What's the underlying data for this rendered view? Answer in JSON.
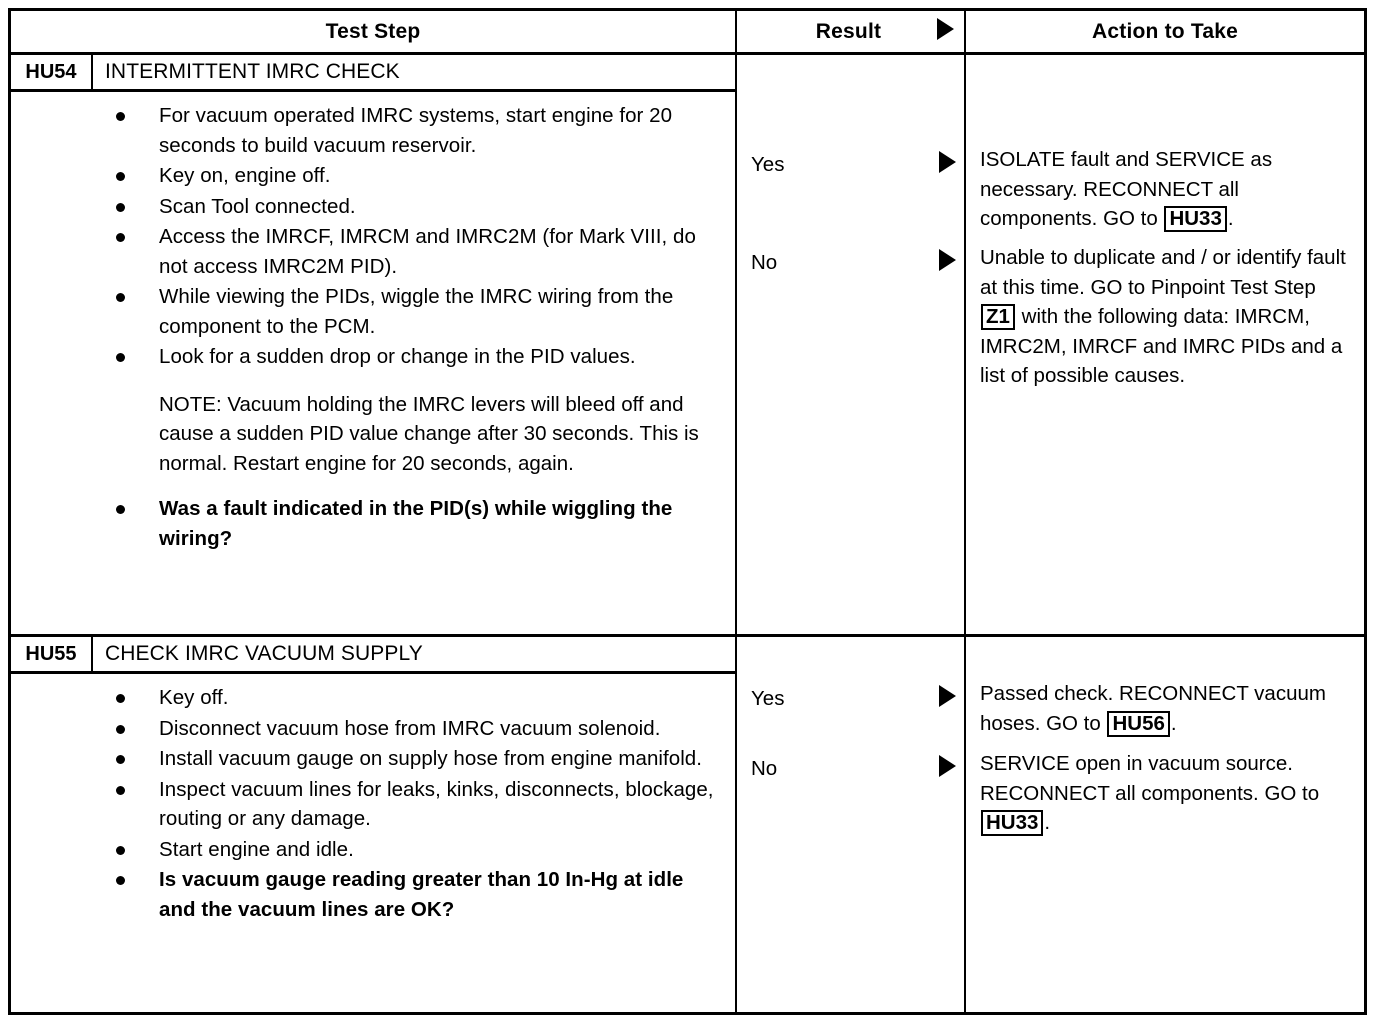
{
  "table": {
    "headers": {
      "test_step": "Test Step",
      "result": "Result",
      "action": "Action to Take",
      "result_arrow_icon": "triangle-right-icon"
    },
    "sections": [
      {
        "code": "HU54",
        "title": "INTERMITTENT IMRC CHECK",
        "bullets": [
          {
            "text": "For vacuum operated IMRC systems, start engine for 20 seconds to build vacuum reservoir.",
            "bold": false
          },
          {
            "text": "Key on, engine off.",
            "bold": false
          },
          {
            "text": "Scan Tool connected.",
            "bold": false
          },
          {
            "text": "Access the IMRCF, IMRCM and IMRC2M (for Mark VIII, do not access IMRC2M PID).",
            "bold": false
          },
          {
            "text": "While viewing the PIDs, wiggle the IMRC wiring from the component to the PCM.",
            "bold": false
          },
          {
            "text": "Look for a sudden drop or change in the PID values.",
            "bold": false
          }
        ],
        "note": "NOTE: Vacuum holding the IMRC levers will bleed off and cause a sudden PID value change after 30 seconds. This is normal. Restart engine for 20 seconds, again.",
        "question": "Was a fault indicated in the PID(s) while wiggling the wiring?",
        "results": [
          {
            "label": "Yes",
            "arrow_icon": "triangle-right-icon",
            "action_parts": [
              {
                "type": "text",
                "value": "ISOLATE fault and SERVICE as necessary. RECONNECT all components. GO to "
              },
              {
                "type": "boxref",
                "value": "HU33"
              },
              {
                "type": "text",
                "value": "."
              }
            ]
          },
          {
            "label": "No",
            "arrow_icon": "triangle-right-icon",
            "action_parts": [
              {
                "type": "text",
                "value": "Unable to duplicate and / or identify fault at this time. GO to Pinpoint Test Step "
              },
              {
                "type": "boxref",
                "value": "Z1"
              },
              {
                "type": "text",
                "value": " with the following data: IMRCM, IMRC2M, IMRCF and IMRC PIDs and a list of possible causes."
              }
            ]
          }
        ]
      },
      {
        "code": "HU55",
        "title": "CHECK IMRC VACUUM SUPPLY",
        "bullets": [
          {
            "text": "Key off.",
            "bold": false
          },
          {
            "text": "Disconnect vacuum hose from IMRC vacuum solenoid.",
            "bold": false
          },
          {
            "text": "Install vacuum gauge on supply hose from engine manifold.",
            "bold": false
          },
          {
            "text": "Inspect vacuum lines for leaks, kinks, disconnects, blockage, routing or any damage.",
            "bold": false
          },
          {
            "text": "Start engine and idle.",
            "bold": false
          }
        ],
        "note": "",
        "question": "Is vacuum gauge reading greater than 10 In-Hg at idle and the vacuum lines are OK?",
        "results": [
          {
            "label": "Yes",
            "arrow_icon": "triangle-right-icon",
            "action_parts": [
              {
                "type": "text",
                "value": "Passed check. RECONNECT vacuum hoses. GO to "
              },
              {
                "type": "boxref",
                "value": "HU56"
              },
              {
                "type": "text",
                "value": "."
              }
            ]
          },
          {
            "label": "No",
            "arrow_icon": "triangle-right-icon",
            "action_parts": [
              {
                "type": "text",
                "value": "SERVICE open in vacuum source. RECONNECT all components. GO to "
              },
              {
                "type": "boxref",
                "value": "HU33"
              },
              {
                "type": "text",
                "value": "."
              }
            ]
          }
        ]
      }
    ]
  },
  "colors": {
    "ink": "#000000",
    "paper": "#ffffff"
  }
}
